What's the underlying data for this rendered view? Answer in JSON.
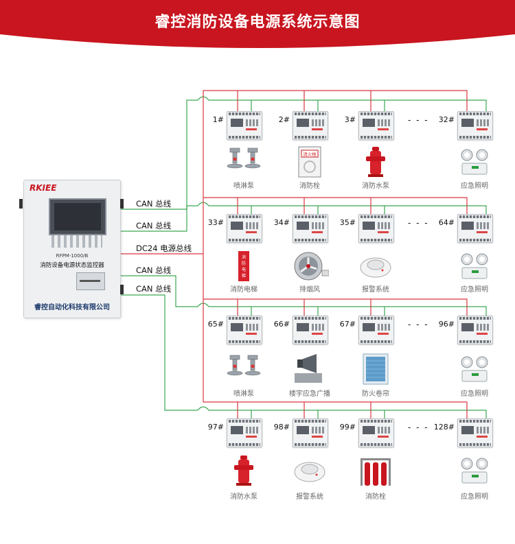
{
  "title": "睿控消防设备电源系统示意图",
  "colors": {
    "banner": "#c8151f",
    "can_bus": "#3aa650",
    "power_bus": "#d9363e"
  },
  "panel": {
    "logo": "RKIEE",
    "model": "RFPM-1000/B",
    "name": "消防设备电源状态监控器",
    "company": "睿控自动化科技有限公司"
  },
  "bus_labels": [
    "CAN 总线",
    "CAN 总线",
    "DC24 电源总线",
    "CAN 总线",
    "CAN 总线"
  ],
  "ellipsis": "- - -",
  "rows": [
    {
      "modules": [
        "1#",
        "2#",
        "3#",
        "32#"
      ],
      "devices": [
        {
          "label": "喷淋泵",
          "icon": "sprinkler-icon"
        },
        {
          "label": "消防栓",
          "icon": "fire-hydrant-box-icon",
          "text": "消火栓"
        },
        {
          "label": "消防水泵",
          "icon": "red-hydrant-icon"
        },
        {
          "label": "应急照明",
          "icon": "emergency-light-icon"
        }
      ]
    },
    {
      "modules": [
        "33#",
        "34#",
        "35#",
        "64#"
      ],
      "devices": [
        {
          "label": "消防电梯",
          "icon": "fire-elevator-sign-icon",
          "text": "消防电梯"
        },
        {
          "label": "排烟风",
          "icon": "exhaust-fan-icon"
        },
        {
          "label": "报警系统",
          "icon": "smoke-detector-icon"
        },
        {
          "label": "应急照明",
          "icon": "emergency-light-icon"
        }
      ]
    },
    {
      "modules": [
        "65#",
        "66#",
        "67#",
        "96#"
      ],
      "devices": [
        {
          "label": "喷淋泵",
          "icon": "sprinkler-icon"
        },
        {
          "label": "楼宇应急广播",
          "icon": "broadcast-speaker-icon"
        },
        {
          "label": "防火卷帘",
          "icon": "fire-shutter-icon"
        },
        {
          "label": "应急照明",
          "icon": "emergency-light-icon"
        }
      ]
    },
    {
      "modules": [
        "97#",
        "98#",
        "99#",
        "128#"
      ],
      "devices": [
        {
          "label": "消防水泵",
          "icon": "red-hydrant-icon"
        },
        {
          "label": "报警系统",
          "icon": "smoke-detector-icon"
        },
        {
          "label": "消防栓",
          "icon": "gas-cylinders-icon"
        },
        {
          "label": "应急照明",
          "icon": "emergency-light-icon"
        }
      ]
    }
  ]
}
